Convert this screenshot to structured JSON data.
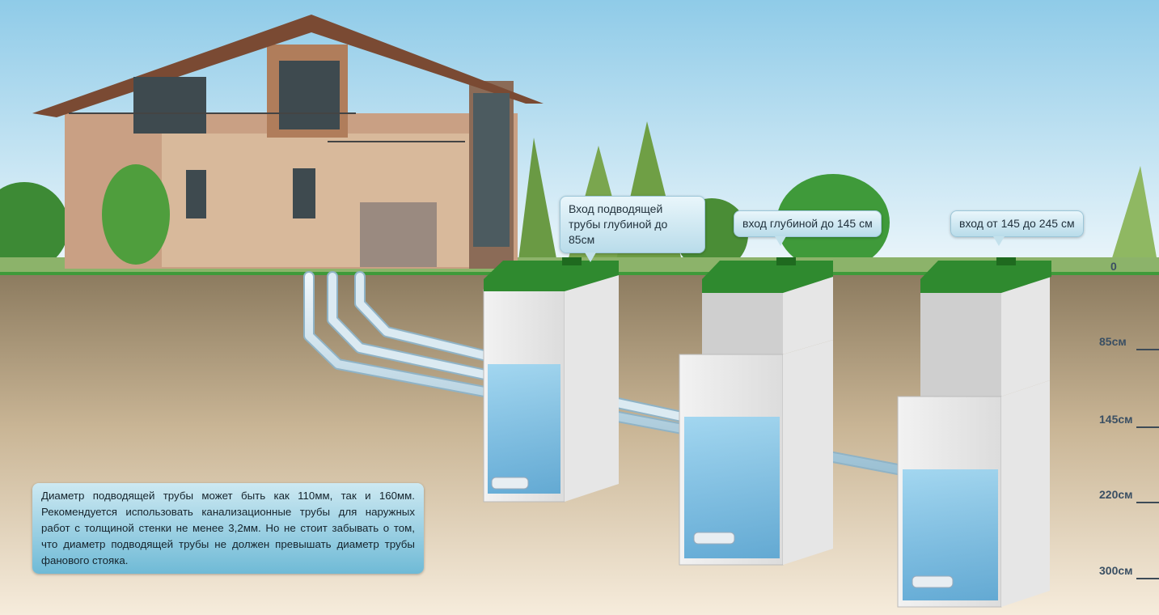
{
  "callouts": [
    {
      "text": "Вход подводящей трубы глубиной до 85см"
    },
    {
      "text": "вход глубиной до 145 см"
    },
    {
      "text": "вход от 145 до 245 см"
    }
  ],
  "depth_scale": [
    "0",
    "85см",
    "145см",
    "220см",
    "300см"
  ],
  "info_box": "Диаметр подводящей трубы может быть как 110мм, так и 160мм. Рекомендуется использовать канализационные трубы для наружных работ с толщиной стенки не менее 3,2мм. Но не стоит забывать о том, что диаметр подводящей трубы не должен превышать диаметр трубы фанового стояка.",
  "colors": {
    "lid": "#2f8a2f",
    "water": "#6fbde6",
    "pipe": "#cfe3ee",
    "soil_top": "#8c7b5f",
    "soil_bottom": "#f6ecdc"
  }
}
